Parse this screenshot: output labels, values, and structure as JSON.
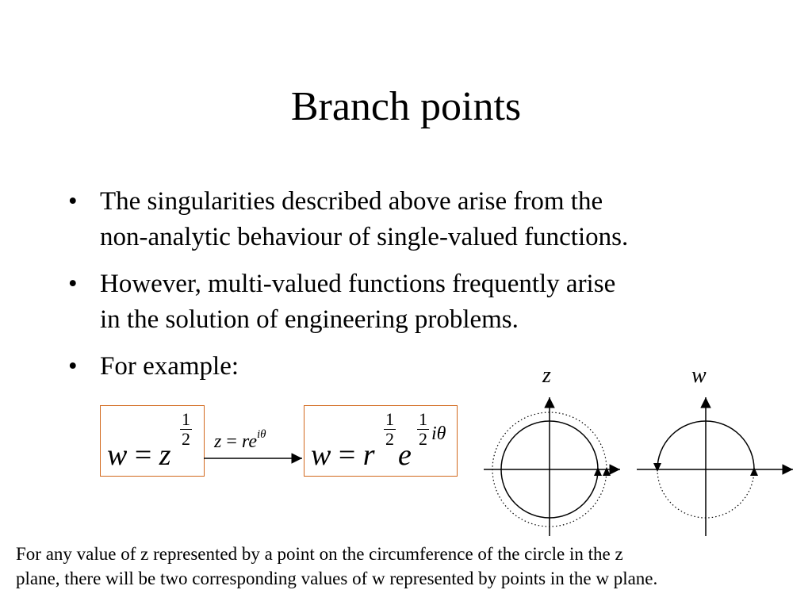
{
  "slide": {
    "title": "Branch points",
    "bullets": [
      "The singularities described above arise from the\nnon-analytic behaviour of single-valued functions.",
      "However, multi-valued functions frequently arise\nin the solution of engineering problems.",
      "For example:"
    ],
    "equation_left": {
      "lhs": "w",
      "equals": "=",
      "base": "z",
      "exp_num": "1",
      "exp_den": "2"
    },
    "substitution": {
      "lhs": "z",
      "equals": "=",
      "base": "re",
      "exponent": "iθ"
    },
    "equation_right": {
      "lhs": "w",
      "equals": "=",
      "base1": "r",
      "exp1_num": "1",
      "exp1_den": "2",
      "base2": "e",
      "exp2_num": "1",
      "exp2_den": "2",
      "exp2_suffix": "iθ"
    },
    "plane_labels": {
      "z": "z",
      "w": "w"
    },
    "caption": "For any value of z represented by a point on the circumference of the circle in the z\nplane, there will be two corresponding values of w represented by points in the w plane."
  },
  "colors": {
    "box_border": "#d2691e",
    "text": "#000000"
  }
}
